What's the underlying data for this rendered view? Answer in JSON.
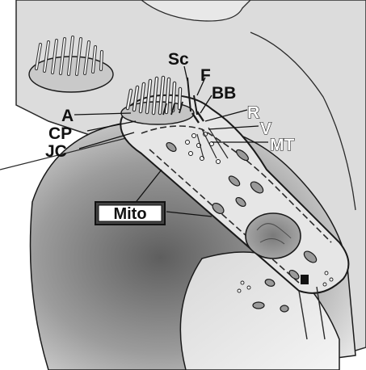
{
  "labels": {
    "sc": "Sc",
    "f": "F",
    "bb": "BB",
    "r": "R",
    "v": "V",
    "mt": "MT",
    "a": "A",
    "cp": "CP",
    "jc": "JC",
    "mito": "Mito"
  },
  "colors": {
    "cell_body": "#e4e4e4",
    "background_tissue": "#9a9a9a",
    "nucleus": "#8a8a8a",
    "outline": "#1a1a1a"
  }
}
